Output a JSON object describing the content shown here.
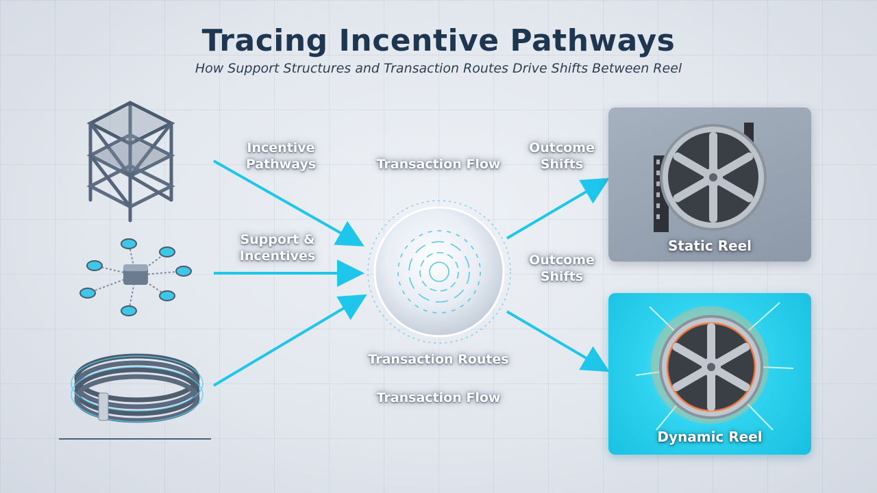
{
  "header": {
    "title": "Tracing Incentive Pathways",
    "subtitle": "How Support Structures and Transaction Routes Drive Shifts Between Reel"
  },
  "labels": {
    "incentive_pathways": "Incentive Pathways",
    "support_incentives": "Support & Incentives",
    "transaction_flow_top": "Transaction Flow",
    "transaction_routes": "Transaction Routes",
    "transaction_flow_bottom": "Transaction Flow",
    "outcome_shifts_top": "Outcome Shifts",
    "outcome_shifts_bottom": "Outcome Shifts"
  },
  "outcomes": {
    "static_reel": "Static Reel",
    "dynamic_reel": "Dynamic Reel"
  },
  "colors": {
    "arrow": "#1ec6ec",
    "title": "#1f3650",
    "static_card": "#9aa5b3",
    "dynamic_card": "#2fd3ef"
  },
  "icons": {
    "scaffold": "scaffold-structure-icon",
    "network": "node-network-icon",
    "cable": "cable-coil-icon",
    "hub": "transaction-sphere-icon",
    "reel": "film-reel-icon"
  }
}
